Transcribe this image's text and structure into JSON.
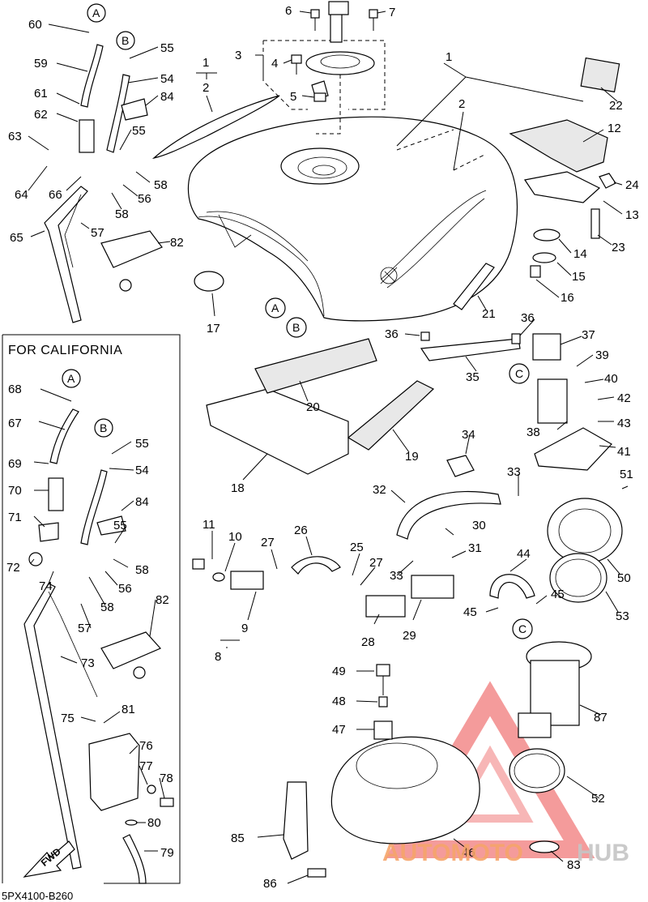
{
  "diagram": {
    "code": "5PX4100-B260",
    "california_panel_title": "FOR CALIFORNIA",
    "fwd_label": "FWD",
    "connector_letters": [
      "A",
      "B",
      "C"
    ],
    "part_numbers": {
      "n1": "1",
      "n2": "2",
      "n3": "3",
      "n4": "4",
      "n5": "5",
      "n6": "6",
      "n7": "7",
      "n8": "8",
      "n9": "9",
      "n10": "10",
      "n11": "11",
      "n12": "12",
      "n13": "13",
      "n14": "14",
      "n15": "15",
      "n16": "16",
      "n17": "17",
      "n18": "18",
      "n19": "19",
      "n20": "20",
      "n21": "21",
      "n22": "22",
      "n23": "23",
      "n24": "24",
      "n25": "25",
      "n26": "26",
      "n27": "27",
      "n28": "28",
      "n29": "29",
      "n30": "30",
      "n31": "31",
      "n32": "32",
      "n33": "33",
      "n34": "34",
      "n35": "35",
      "n36": "36",
      "n37": "37",
      "n38": "38",
      "n39": "39",
      "n40": "40",
      "n41": "41",
      "n42": "42",
      "n43": "43",
      "n44": "44",
      "n45": "45",
      "n46": "46",
      "n47": "47",
      "n48": "48",
      "n49": "49",
      "n50": "50",
      "n51": "51",
      "n52": "52",
      "n53": "53",
      "n54": "54",
      "n55": "55",
      "n56": "56",
      "n57": "57",
      "n58": "58",
      "n59": "59",
      "n60": "60",
      "n61": "61",
      "n62": "62",
      "n63": "63",
      "n64": "64",
      "n65": "65",
      "n66": "66",
      "n67": "67",
      "n68": "68",
      "n69": "69",
      "n70": "70",
      "n71": "71",
      "n72": "72",
      "n73": "73",
      "n74": "74",
      "n75": "75",
      "n76": "76",
      "n77": "77",
      "n78": "78",
      "n79": "79",
      "n80": "80",
      "n81": "81",
      "n82": "82",
      "n83": "83",
      "n84": "84",
      "n85": "85",
      "n86": "86",
      "n87": "87"
    }
  },
  "watermark": {
    "text_a": "AUTOMOTO",
    "text_b": "HUB",
    "color_a": "#f5a46a",
    "color_b": "#c4c4c4",
    "triangle_color": "#f07a7a"
  }
}
